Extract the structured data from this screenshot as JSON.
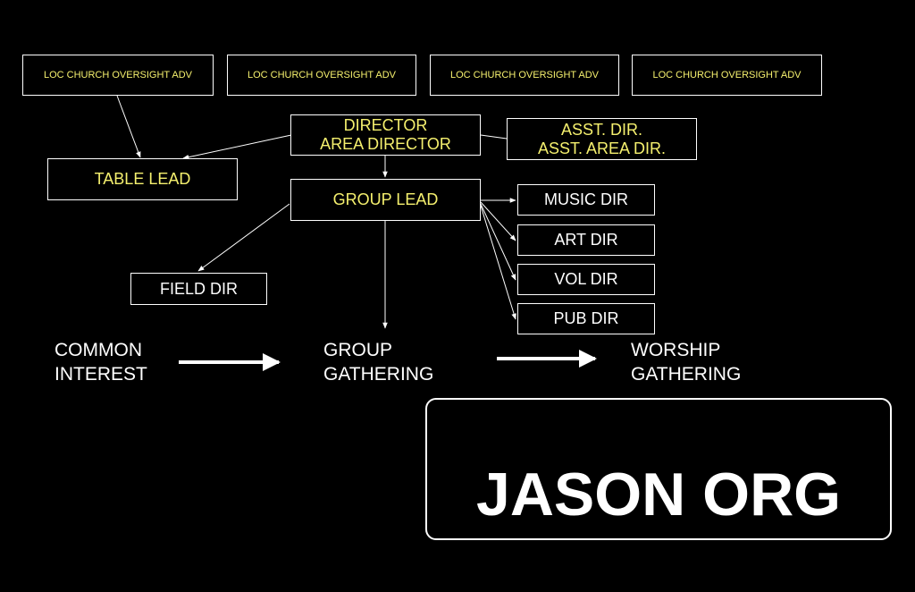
{
  "advisors": [
    "LOC CHURCH OVERSIGHT ADV",
    "LOC CHURCH OVERSIGHT ADV",
    "LOC CHURCH OVERSIGHT ADV",
    "LOC CHURCH OVERSIGHT ADV"
  ],
  "director": {
    "line1": "DIRECTOR",
    "line2": "AREA DIRECTOR"
  },
  "assistant": {
    "line1": "ASST. DIR.",
    "line2": "ASST. AREA DIR."
  },
  "table_lead": "TABLE LEAD",
  "group_lead": "GROUP LEAD",
  "field_dir": "FIELD DIR",
  "sub_directors": [
    "MUSIC DIR",
    "ART DIR",
    "VOL DIR",
    "PUB DIR"
  ],
  "flow": {
    "common": {
      "line1": "COMMON",
      "line2": "INTEREST"
    },
    "group": {
      "line1": "GROUP",
      "line2": "GATHERING"
    },
    "worship": {
      "line1": "WORSHIP",
      "line2": "GATHERING"
    }
  },
  "title": "JASON ORG",
  "colors": {
    "background": "#000000",
    "accent_text": "#f5f06e",
    "line": "#ffffff"
  }
}
